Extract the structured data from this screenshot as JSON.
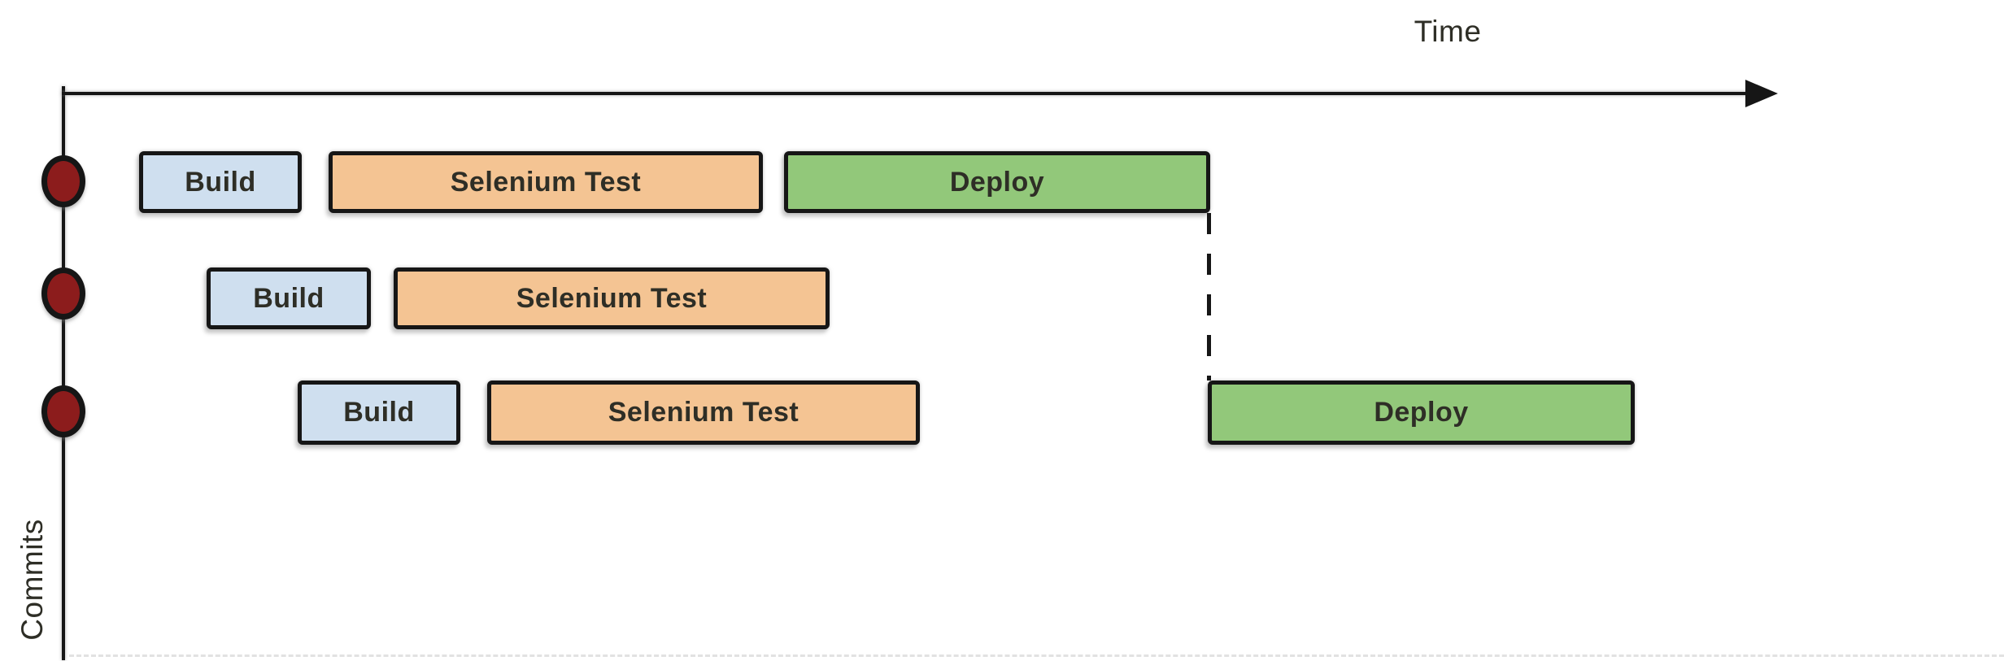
{
  "axes": {
    "x_label": "Time",
    "y_label": "Commits"
  },
  "colors": {
    "background": "#ffffff",
    "line": "#161616",
    "box-border": "#161616",
    "label-text": "#2e2e26",
    "build-fill": "#cfdfef",
    "test-fill": "#f4c493",
    "deploy-fill": "#92c87a",
    "commit-dot-fill": "#8c1c1c",
    "bottom-artifact": "#e2e2e2"
  },
  "rows": [
    {
      "tasks": [
        {
          "label": "Build"
        },
        {
          "label": "Selenium Test"
        },
        {
          "label": "Deploy"
        }
      ]
    },
    {
      "tasks": [
        {
          "label": "Build"
        },
        {
          "label": "Selenium Test"
        }
      ]
    },
    {
      "tasks": [
        {
          "label": "Build"
        },
        {
          "label": "Selenium Test"
        },
        {
          "label": "Deploy"
        }
      ]
    }
  ]
}
